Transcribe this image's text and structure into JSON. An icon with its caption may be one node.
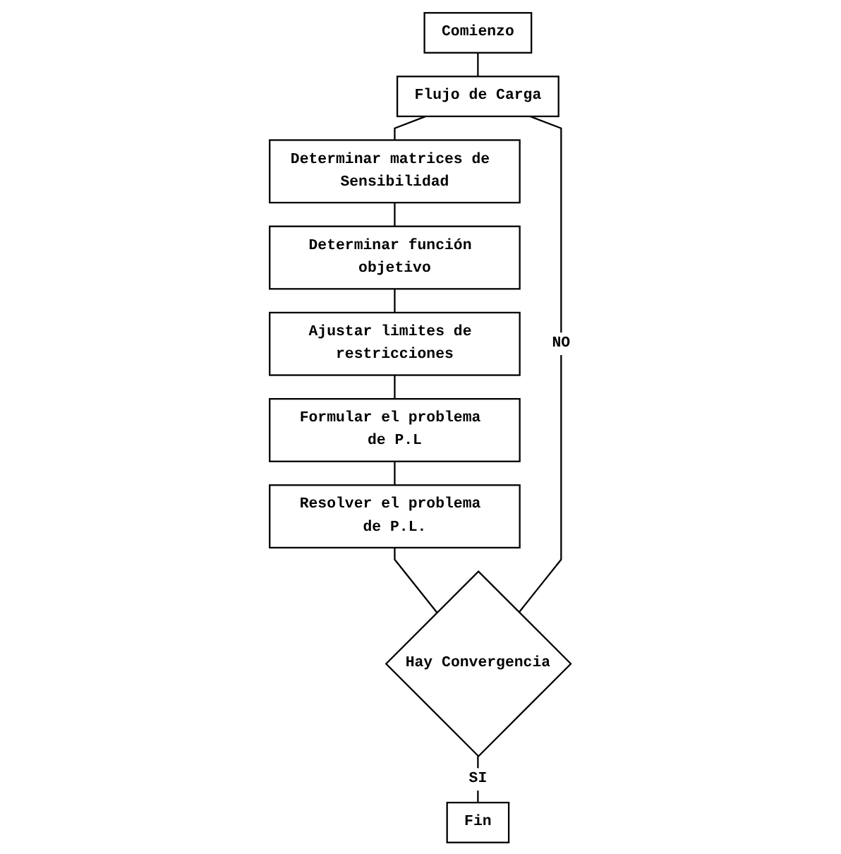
{
  "diagram": {
    "nodes": [
      {
        "text": [
          "Comienzo"
        ]
      },
      {
        "text": [
          "Flujo de Carga"
        ]
      },
      {
        "text": [
          "Determinar matrices de Sensibilidad"
        ]
      },
      {
        "text": [
          "Determinar función objetivo"
        ]
      },
      {
        "text": [
          "Ajustar limites de restricciones"
        ]
      },
      {
        "text": [
          "Formular el problema de P.L"
        ]
      },
      {
        "text": [
          "Resolver el problema de P.L."
        ]
      },
      {
        "text": [
          "Hay Convergencia"
        ]
      },
      {
        "text": [
          "Fin"
        ]
      }
    ],
    "edges": [
      {
        "from": 0,
        "to": 1,
        "arrow": "none"
      },
      {
        "from": 1,
        "to": 2,
        "arrow": "none"
      },
      {
        "from": 2,
        "to": 3,
        "arrow": "none"
      },
      {
        "from": 3,
        "to": 4,
        "arrow": "none"
      },
      {
        "from": 4,
        "to": 5,
        "arrow": "none"
      },
      {
        "from": 5,
        "to": 6,
        "arrow": "none"
      },
      {
        "from": 6,
        "to": 7,
        "arrow": "none"
      },
      {
        "from": 7,
        "to": 1,
        "label": "NO",
        "arrow": "none"
      },
      {
        "from": 7,
        "to": 8,
        "label": "SI",
        "arrow": "none"
      }
    ]
  }
}
